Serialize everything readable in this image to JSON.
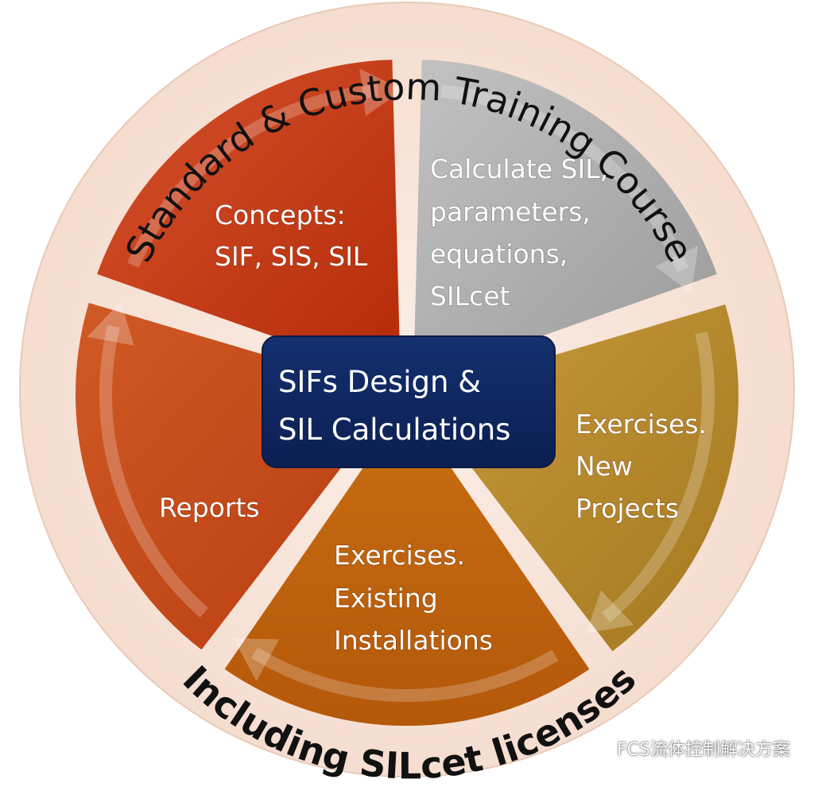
{
  "ring": {
    "top_text": "Standard & Custom Training Course",
    "bottom_text": "Including SILcet licenses"
  },
  "center": {
    "line1": "SIFs Design &",
    "line2": "SIL Calculations"
  },
  "segments": {
    "concepts": {
      "line1": "Concepts:",
      "line2": "SIF, SIS, SIL"
    },
    "calculate": {
      "line1": "Calculate SIL,",
      "line2": "parameters,",
      "line3": "equations,",
      "line4": "SILcet"
    },
    "new_projects": {
      "line1": "Exercises.",
      "line2": "New",
      "line3": "Projects"
    },
    "existing": {
      "line1": "Exercises.",
      "line2": "Existing",
      "line3": "Installations"
    },
    "reports": {
      "line1": "Reports"
    }
  },
  "watermark": {
    "text": "FCS流体控制解决方案"
  },
  "colors": {
    "ring_fill": "#f8e3d8",
    "concepts": "#c43612",
    "calculate": "#a9a9a9",
    "new_projects": "#b3872c",
    "existing": "#c0650d",
    "reports": "#c24a17",
    "center_box": "#0f2763"
  }
}
